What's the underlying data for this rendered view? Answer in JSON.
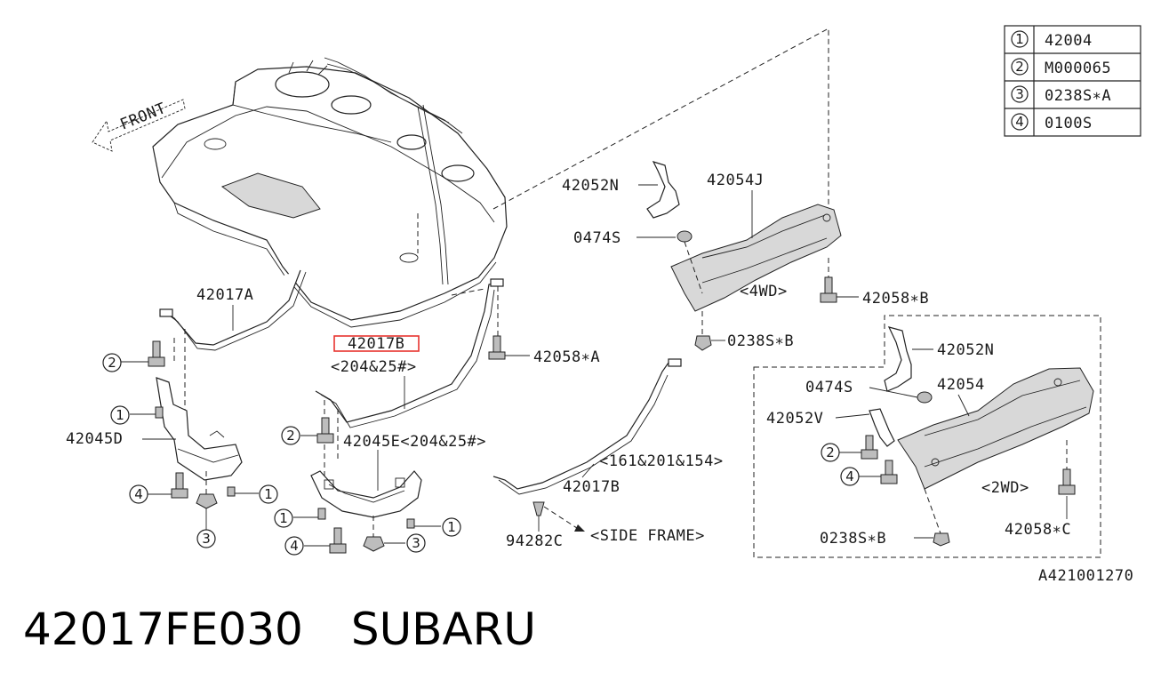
{
  "legend": [
    {
      "num": "1",
      "part": "42004"
    },
    {
      "num": "2",
      "part": "M000065"
    },
    {
      "num": "3",
      "part": "0238S∗A"
    },
    {
      "num": "4",
      "part": "0100S"
    }
  ],
  "labels": {
    "front": "FRONT",
    "l42017a": "42017A",
    "l42017b_hl": "42017B",
    "l204_25_a": "<204&25#>",
    "l42058a": "42058∗A",
    "l42045d": "42045D",
    "l42045e": "42045E<204&25#>",
    "l161": "<161&201&154>",
    "l42017b": "42017B",
    "l94282c": "94282C",
    "lsideframe": "<SIDE FRAME>",
    "l42052n_a": "42052N",
    "l42054j": "42054J",
    "l0474s_a": "0474S",
    "l4wd": "<4WD>",
    "l42058b": "42058∗B",
    "l0238sb_a": "0238S∗B",
    "l42052n_b": "42052N",
    "l0474s_b": "0474S",
    "l42054": "42054",
    "l42052v": "42052V",
    "l2wd": "<2WD>",
    "l0238sb_b": "0238S∗B",
    "l42058c": "42058∗C",
    "diagram_code": "A421001270"
  },
  "callouts": {
    "c2_left": "2",
    "c1_left_a": "1",
    "c4_left": "4",
    "c1_left_b": "1",
    "c3_left": "3",
    "c2_mid": "2",
    "c1_mid_a": "1",
    "c1_mid_b": "1",
    "c4_mid": "4",
    "c3_mid": "3",
    "c2_right": "2",
    "c4_right": "4"
  },
  "footer": {
    "part_number": "42017FE030",
    "brand": "SUBARU"
  },
  "colors": {
    "highlight": "#e8332e",
    "ink": "#222222"
  }
}
